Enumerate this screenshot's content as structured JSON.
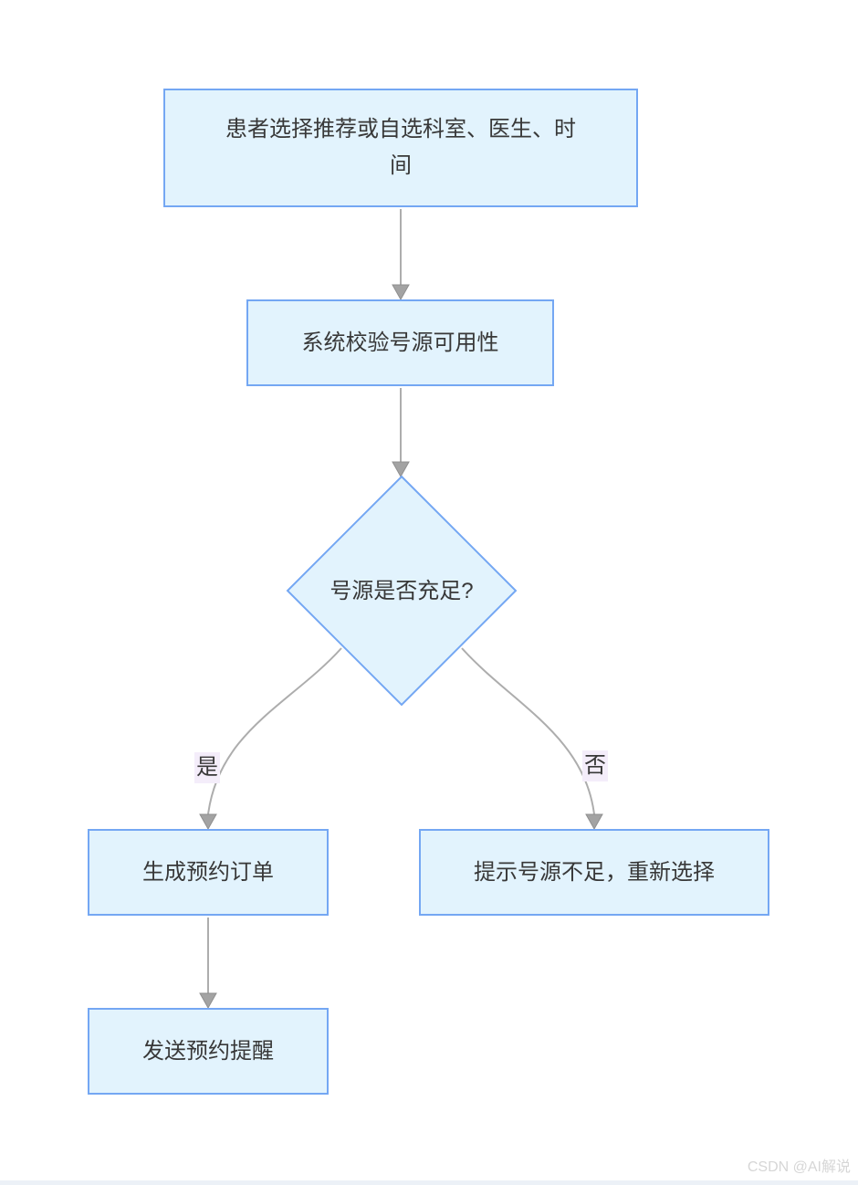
{
  "colors": {
    "page_bg": "#ffffff",
    "node_fill": "#e2f3fd",
    "node_border": "#74a7f3",
    "edge_line": "#adadad",
    "arrowhead": "#a3a3a3",
    "arrowhead_stroke": "#8f8f8f",
    "node_text": "#383838",
    "branch_label_bg": "#f4edfa",
    "watermark_text": "#d6d6d6",
    "bottom_strip": "#ecf1f7"
  },
  "flowchart": {
    "nodes": [
      {
        "id": "select",
        "type": "process",
        "label": "患者选择推荐或自选科室、医生、时间"
      },
      {
        "id": "verify",
        "type": "process",
        "label": "系统校验号源可用性"
      },
      {
        "id": "decision",
        "type": "decision",
        "label": "号源是否充足?"
      },
      {
        "id": "order",
        "type": "process",
        "label": "生成预约订单"
      },
      {
        "id": "insufficient",
        "type": "process",
        "label": "提示号源不足，重新选择"
      },
      {
        "id": "remind",
        "type": "process",
        "label": "发送预约提醒"
      }
    ],
    "edges": [
      {
        "from": "select",
        "to": "verify",
        "label": ""
      },
      {
        "from": "verify",
        "to": "decision",
        "label": ""
      },
      {
        "from": "decision",
        "to": "order",
        "label": "是"
      },
      {
        "from": "decision",
        "to": "insufficient",
        "label": "否"
      },
      {
        "from": "order",
        "to": "remind",
        "label": ""
      }
    ],
    "branch_labels": {
      "yes": "是",
      "no": "否"
    }
  },
  "watermark": {
    "text": "CSDN @AI解说"
  }
}
